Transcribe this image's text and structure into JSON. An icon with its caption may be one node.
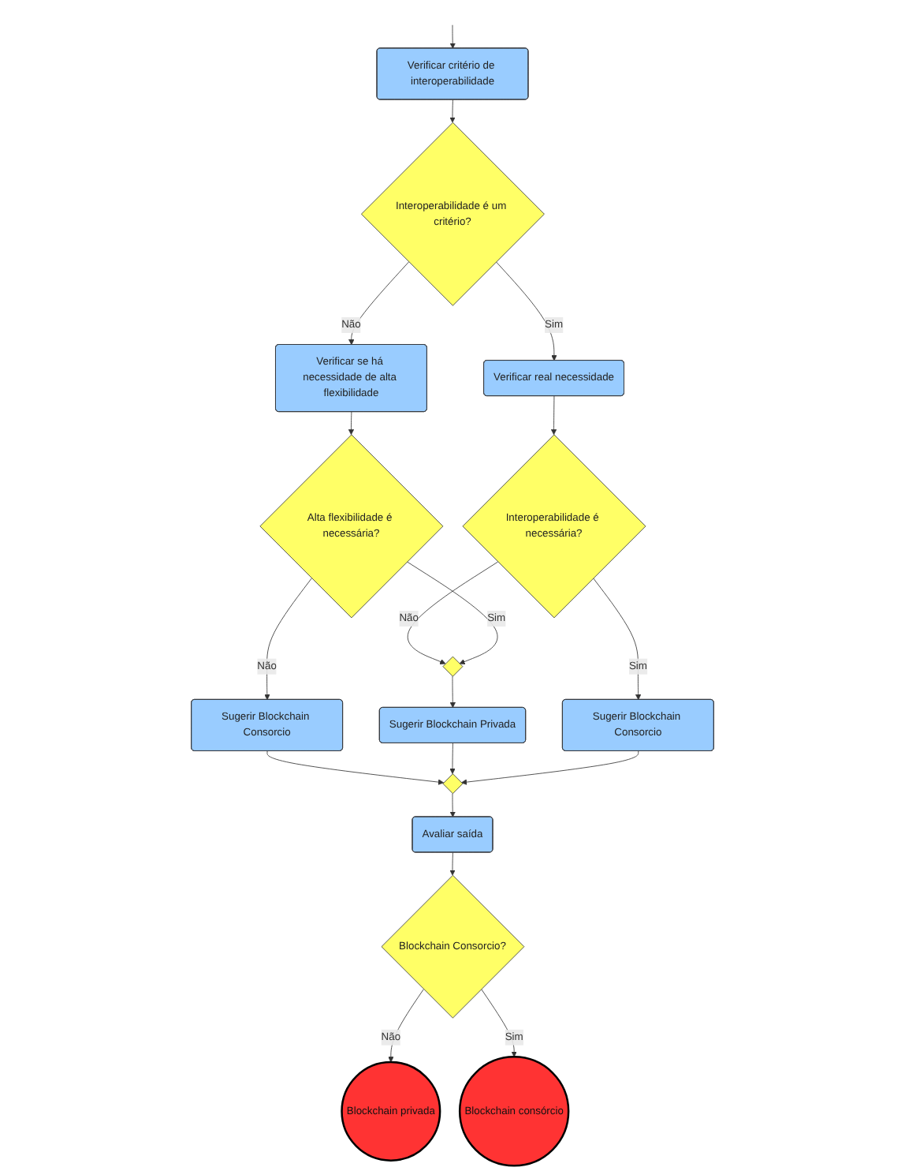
{
  "diagram": {
    "nodes": [
      {
        "text": [
          "Verificar critério de interoperabilidade"
        ]
      },
      {
        "text": [
          "Interoperabilidade é um critério?"
        ]
      },
      {
        "text": [
          "Verificar real necessidade"
        ]
      },
      {
        "text": [
          "Interoperabilidade é necessária?"
        ]
      },
      {
        "text": [
          "Verificar se há necessidade de alta flexibilidade"
        ]
      },
      {
        "text": [
          "Alta flexibilidade é necessária?"
        ]
      },
      {
        "text": [],
        "shape": "diamond"
      },
      {
        "text": [
          "Sugerir Blockchain Consorcio"
        ]
      },
      {
        "text": [
          "Sugerir Blockchain Privada"
        ]
      },
      {
        "text": [
          "Sugerir Blockchain Consorcio"
        ]
      },
      {
        "text": [],
        "shape": "diamond"
      },
      {
        "text": [
          "Avaliar saída"
        ]
      },
      {
        "text": [
          "Blockchain Consorcio?"
        ]
      },
      {
        "text": [
          "Blockchain privada"
        ]
      },
      {
        "text": [
          "Blockchain consórcio"
        ]
      }
    ],
    "edges": [
      {
        "from": null,
        "to": 0,
        "arrow": "to"
      },
      {
        "from": 0,
        "to": 1,
        "arrow": "to"
      },
      {
        "from": 1,
        "to": 2,
        "arrow": "to",
        "label": "Sim"
      },
      {
        "from": 1,
        "to": 4,
        "arrow": "to",
        "label": "Não"
      },
      {
        "from": 2,
        "to": 3,
        "arrow": "to"
      },
      {
        "from": 3,
        "to": 6,
        "arrow": "to",
        "label": "Não"
      },
      {
        "from": 3,
        "to": 9,
        "arrow": "to",
        "label": "Sim"
      },
      {
        "from": 4,
        "to": 5,
        "arrow": "to"
      },
      {
        "from": 5,
        "to": 6,
        "arrow": "to",
        "label": "Sim"
      },
      {
        "from": 5,
        "to": 7,
        "arrow": "to",
        "label": "Não"
      },
      {
        "from": 6,
        "to": 8,
        "arrow": "to"
      },
      {
        "from": 7,
        "to": 10,
        "arrow": "to"
      },
      {
        "from": 8,
        "to": 10,
        "arrow": "to"
      },
      {
        "from": 9,
        "to": 10,
        "arrow": "to"
      },
      {
        "from": 10,
        "to": 11,
        "arrow": "to"
      },
      {
        "from": 11,
        "to": 12,
        "arrow": "to"
      },
      {
        "from": 12,
        "to": 13,
        "arrow": "to",
        "label": "Não"
      },
      {
        "from": 12,
        "to": 14,
        "arrow": "to",
        "label": "Sim"
      }
    ]
  }
}
